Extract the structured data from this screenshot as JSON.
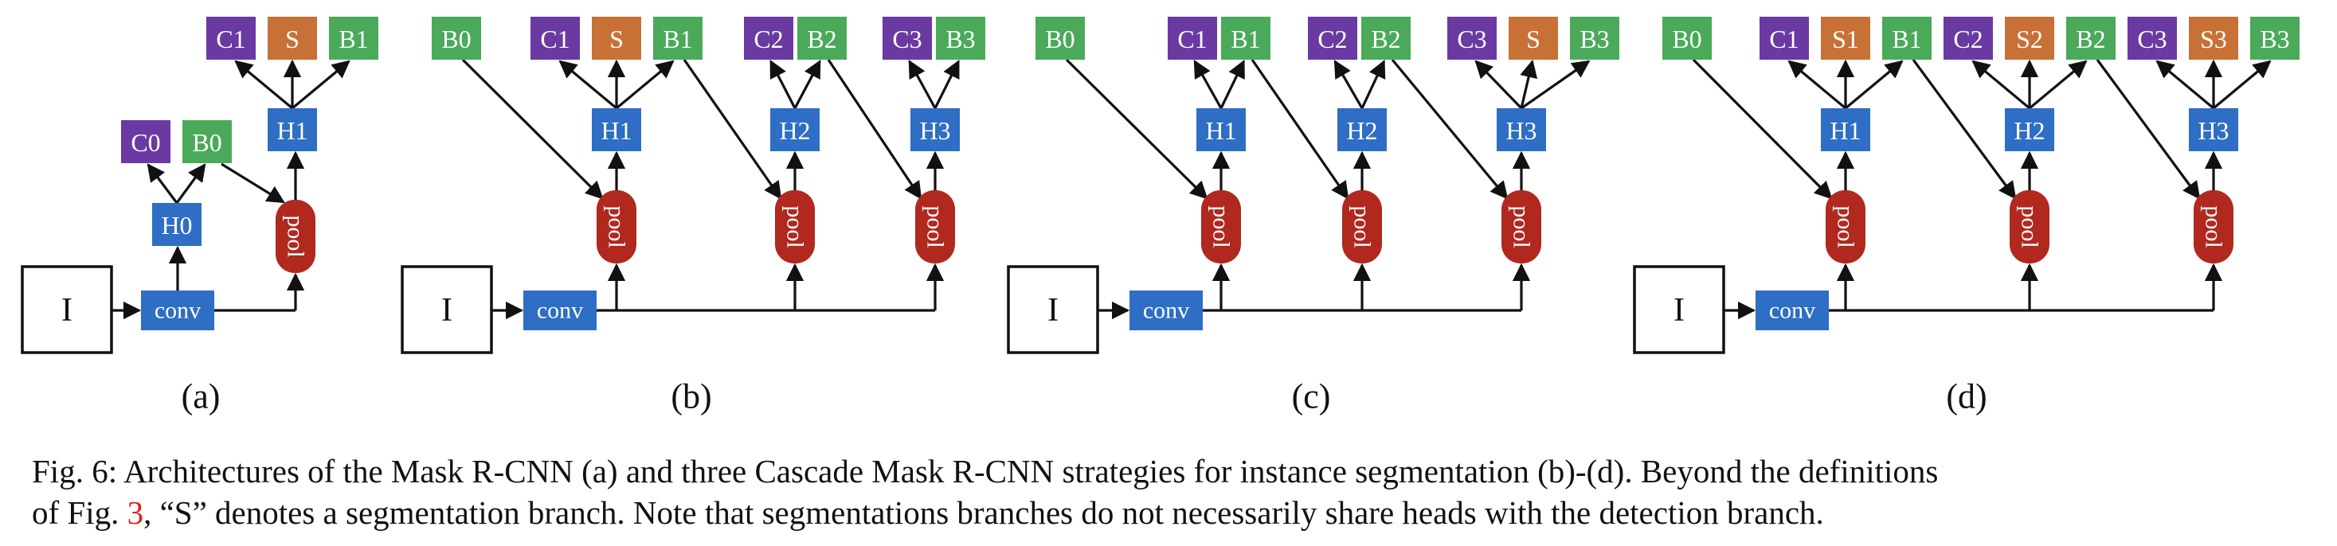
{
  "figure": {
    "panels": [
      {
        "label": "(a)",
        "input": "I",
        "conv": "conv",
        "nodes": [
          {
            "text": "C1",
            "kind": "class"
          },
          {
            "text": "S",
            "kind": "seg"
          },
          {
            "text": "B1",
            "kind": "box"
          },
          {
            "text": "H1",
            "kind": "head"
          },
          {
            "text": "C0",
            "kind": "class"
          },
          {
            "text": "B0",
            "kind": "box"
          },
          {
            "text": "H0",
            "kind": "head"
          },
          {
            "text": "pool",
            "kind": "pool"
          }
        ]
      },
      {
        "label": "(b)",
        "input": "I",
        "conv": "conv",
        "nodes": [
          {
            "text": "B0",
            "kind": "box"
          },
          {
            "text": "C1",
            "kind": "class"
          },
          {
            "text": "S",
            "kind": "seg"
          },
          {
            "text": "B1",
            "kind": "box"
          },
          {
            "text": "C2",
            "kind": "class"
          },
          {
            "text": "B2",
            "kind": "box"
          },
          {
            "text": "C3",
            "kind": "class"
          },
          {
            "text": "B3",
            "kind": "box"
          },
          {
            "text": "H1",
            "kind": "head"
          },
          {
            "text": "H2",
            "kind": "head"
          },
          {
            "text": "H3",
            "kind": "head"
          },
          {
            "text": "pool",
            "kind": "pool"
          },
          {
            "text": "pool",
            "kind": "pool"
          },
          {
            "text": "pool",
            "kind": "pool"
          }
        ]
      },
      {
        "label": "(c)",
        "input": "I",
        "conv": "conv",
        "nodes": [
          {
            "text": "B0",
            "kind": "box"
          },
          {
            "text": "C1",
            "kind": "class"
          },
          {
            "text": "B1",
            "kind": "box"
          },
          {
            "text": "C2",
            "kind": "class"
          },
          {
            "text": "B2",
            "kind": "box"
          },
          {
            "text": "C3",
            "kind": "class"
          },
          {
            "text": "S",
            "kind": "seg"
          },
          {
            "text": "B3",
            "kind": "box"
          },
          {
            "text": "H1",
            "kind": "head"
          },
          {
            "text": "H2",
            "kind": "head"
          },
          {
            "text": "H3",
            "kind": "head"
          },
          {
            "text": "pool",
            "kind": "pool"
          },
          {
            "text": "pool",
            "kind": "pool"
          },
          {
            "text": "pool",
            "kind": "pool"
          }
        ]
      },
      {
        "label": "(d)",
        "input": "I",
        "conv": "conv",
        "nodes": [
          {
            "text": "B0",
            "kind": "box"
          },
          {
            "text": "C1",
            "kind": "class"
          },
          {
            "text": "S1",
            "kind": "seg"
          },
          {
            "text": "B1",
            "kind": "box"
          },
          {
            "text": "C2",
            "kind": "class"
          },
          {
            "text": "S2",
            "kind": "seg"
          },
          {
            "text": "B2",
            "kind": "box"
          },
          {
            "text": "C3",
            "kind": "class"
          },
          {
            "text": "S3",
            "kind": "seg"
          },
          {
            "text": "B3",
            "kind": "box"
          },
          {
            "text": "H1",
            "kind": "head"
          },
          {
            "text": "H2",
            "kind": "head"
          },
          {
            "text": "H3",
            "kind": "head"
          },
          {
            "text": "pool",
            "kind": "pool"
          },
          {
            "text": "pool",
            "kind": "pool"
          },
          {
            "text": "pool",
            "kind": "pool"
          }
        ]
      }
    ]
  },
  "colors": {
    "class": "#6a3aa2",
    "seg": "#c87137",
    "box": "#4aaa5a",
    "head": "#2e6ec4",
    "pool": "#b0281e",
    "input_border": "#111111",
    "line": "#111111",
    "caption_ref": "#dd2222"
  },
  "caption": {
    "line1": "Fig. 6: Architectures of the Mask R-CNN (a) and three Cascade Mask R-CNN strategies for instance segmentation (b)-(d). Beyond the definitions",
    "line2_prefix": "of Fig. ",
    "line2_ref": "3",
    "line2_suffix": ", “S” denotes a segmentation branch. Note that segmentations branches do not necessarily share heads with the detection branch."
  }
}
